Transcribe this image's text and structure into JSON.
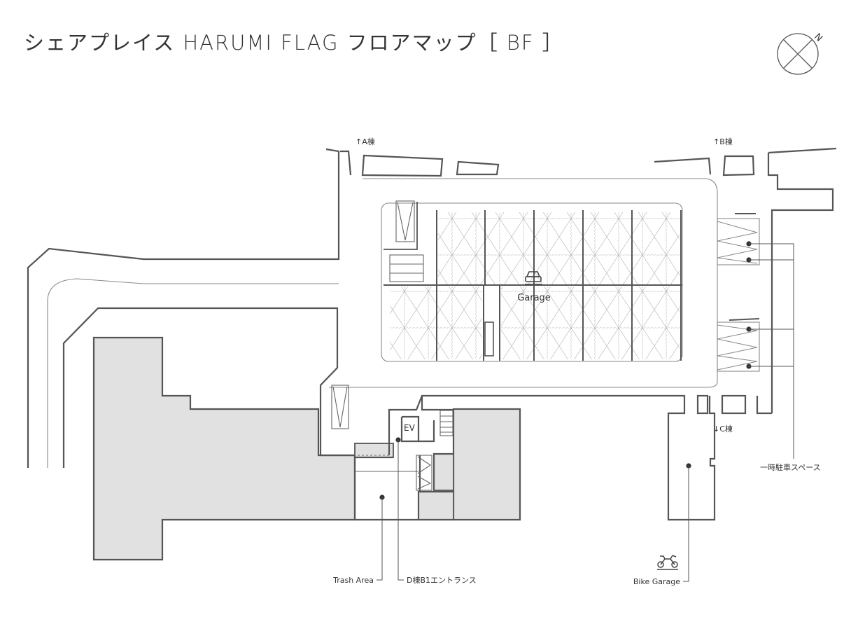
{
  "title": "シェアプレイス HARUMI FLAG フロアマップ［ BF ］",
  "compass": {
    "north_label": "N"
  },
  "buildings": {
    "a": "↑A棟",
    "b": "↑B棟",
    "c": "↓C棟"
  },
  "areas": {
    "garage": "Garage",
    "ev": "EV",
    "trash": "Trash Area",
    "entrance": "D棟B1エントランス",
    "bike": "Bike Garage",
    "temp_parking": "一時駐車スペース"
  },
  "colors": {
    "wall": "#555555",
    "fill": "#e1e1e1",
    "thin": "#8a8a8a",
    "dash": "#b4b4b4"
  },
  "icons": {
    "garage": "car-icon",
    "bike": "motorcycle-icon",
    "compass": "compass-icon"
  }
}
